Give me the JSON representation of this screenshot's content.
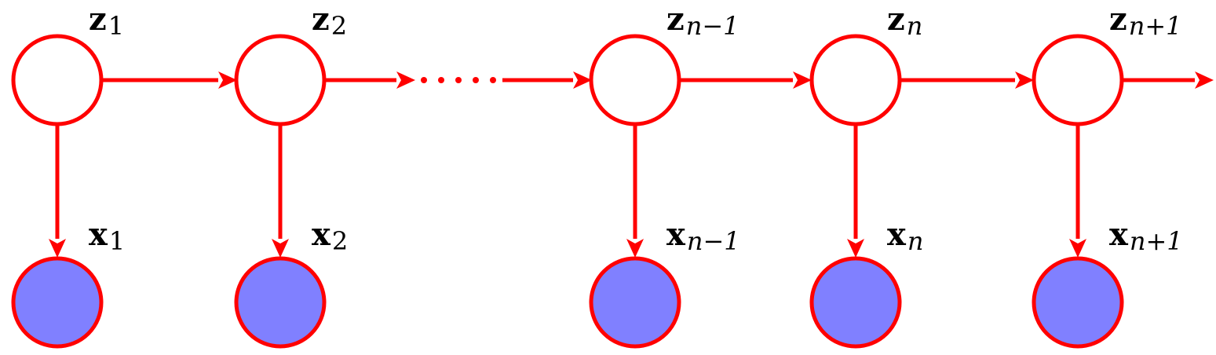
{
  "colors": {
    "edge": "#ff0000",
    "latent_fill": "#ffffff",
    "observed_fill": "#8080ff",
    "label": "#000000"
  },
  "latent_nodes": [
    {
      "id": "z1",
      "base": "z",
      "sub": "1"
    },
    {
      "id": "z2",
      "base": "z",
      "sub": "2"
    },
    {
      "id": "zn-1",
      "base": "z",
      "sub": "n−1"
    },
    {
      "id": "zn",
      "base": "z",
      "sub": "n"
    },
    {
      "id": "zn+1",
      "base": "z",
      "sub": "n+1"
    }
  ],
  "observed_nodes": [
    {
      "id": "x1",
      "base": "x",
      "sub": "1"
    },
    {
      "id": "x2",
      "base": "x",
      "sub": "2"
    },
    {
      "id": "xn-1",
      "base": "x",
      "sub": "n−1"
    },
    {
      "id": "xn",
      "base": "x",
      "sub": "n"
    },
    {
      "id": "xn+1",
      "base": "x",
      "sub": "n+1"
    }
  ],
  "ellipsis": "·····"
}
